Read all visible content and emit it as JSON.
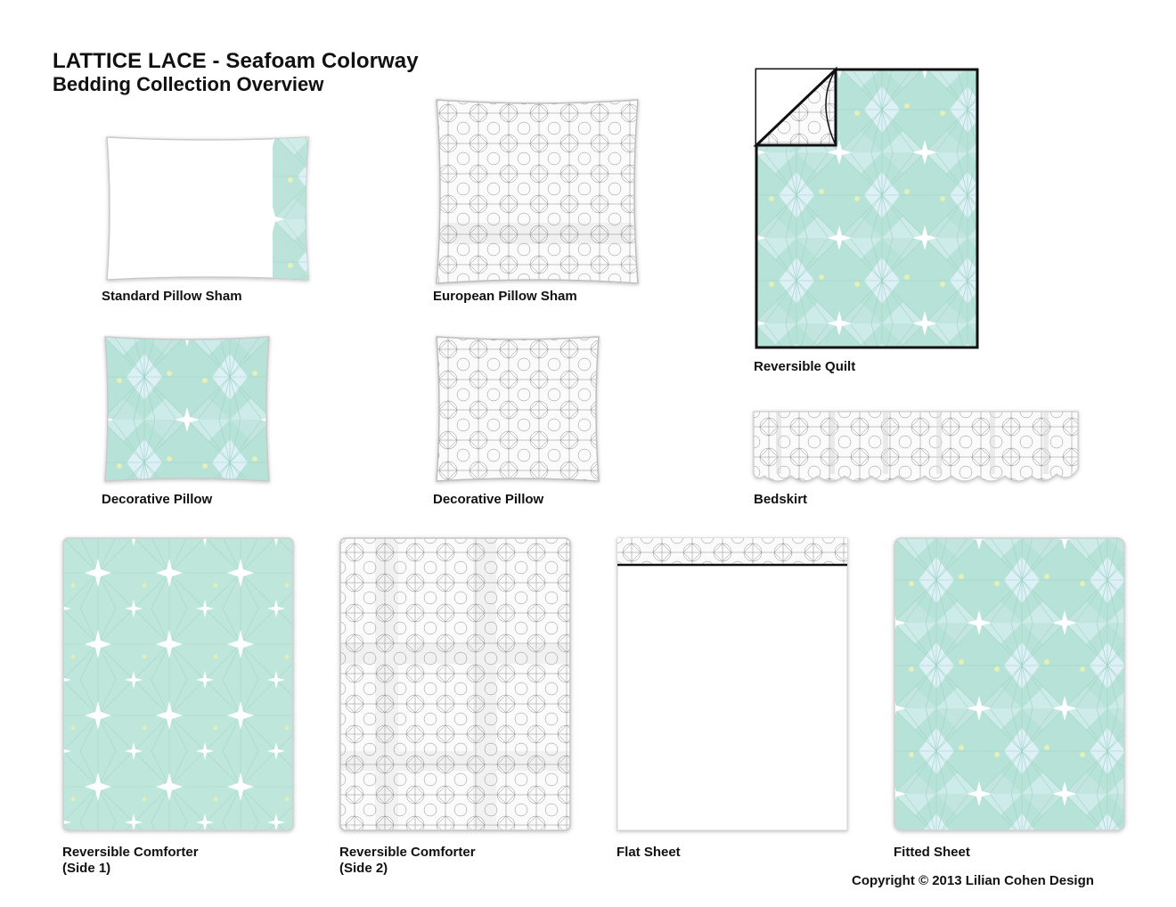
{
  "header": {
    "title": "LATTICE LACE - Seafoam Colorway",
    "subtitle": "Bedding Collection Overview"
  },
  "products": {
    "standard_sham": "Standard Pillow Sham",
    "european_sham": "European Pillow Sham",
    "quilt": "Reversible Quilt",
    "deco_pillow_1": "Decorative Pillow",
    "deco_pillow_2": "Decorative Pillow",
    "bedskirt": "Bedskirt",
    "comforter_1_line1": "Reversible Comforter",
    "comforter_1_line2": "(Side 1)",
    "comforter_2_line1": "Reversible Comforter",
    "comforter_2_line2": "(Side 2)",
    "flat_sheet": "Flat Sheet",
    "fitted_sheet": "Fitted Sheet"
  },
  "footer": {
    "copyright": "Copyright © 2013 Lilian Cohen Design"
  },
  "colors": {
    "seafoam": "#a8dcc8",
    "aqua": "#bfe6ef",
    "pale_blue": "#dff1f6",
    "lace_gray": "#8c8c8c",
    "border_black": "#111111"
  }
}
